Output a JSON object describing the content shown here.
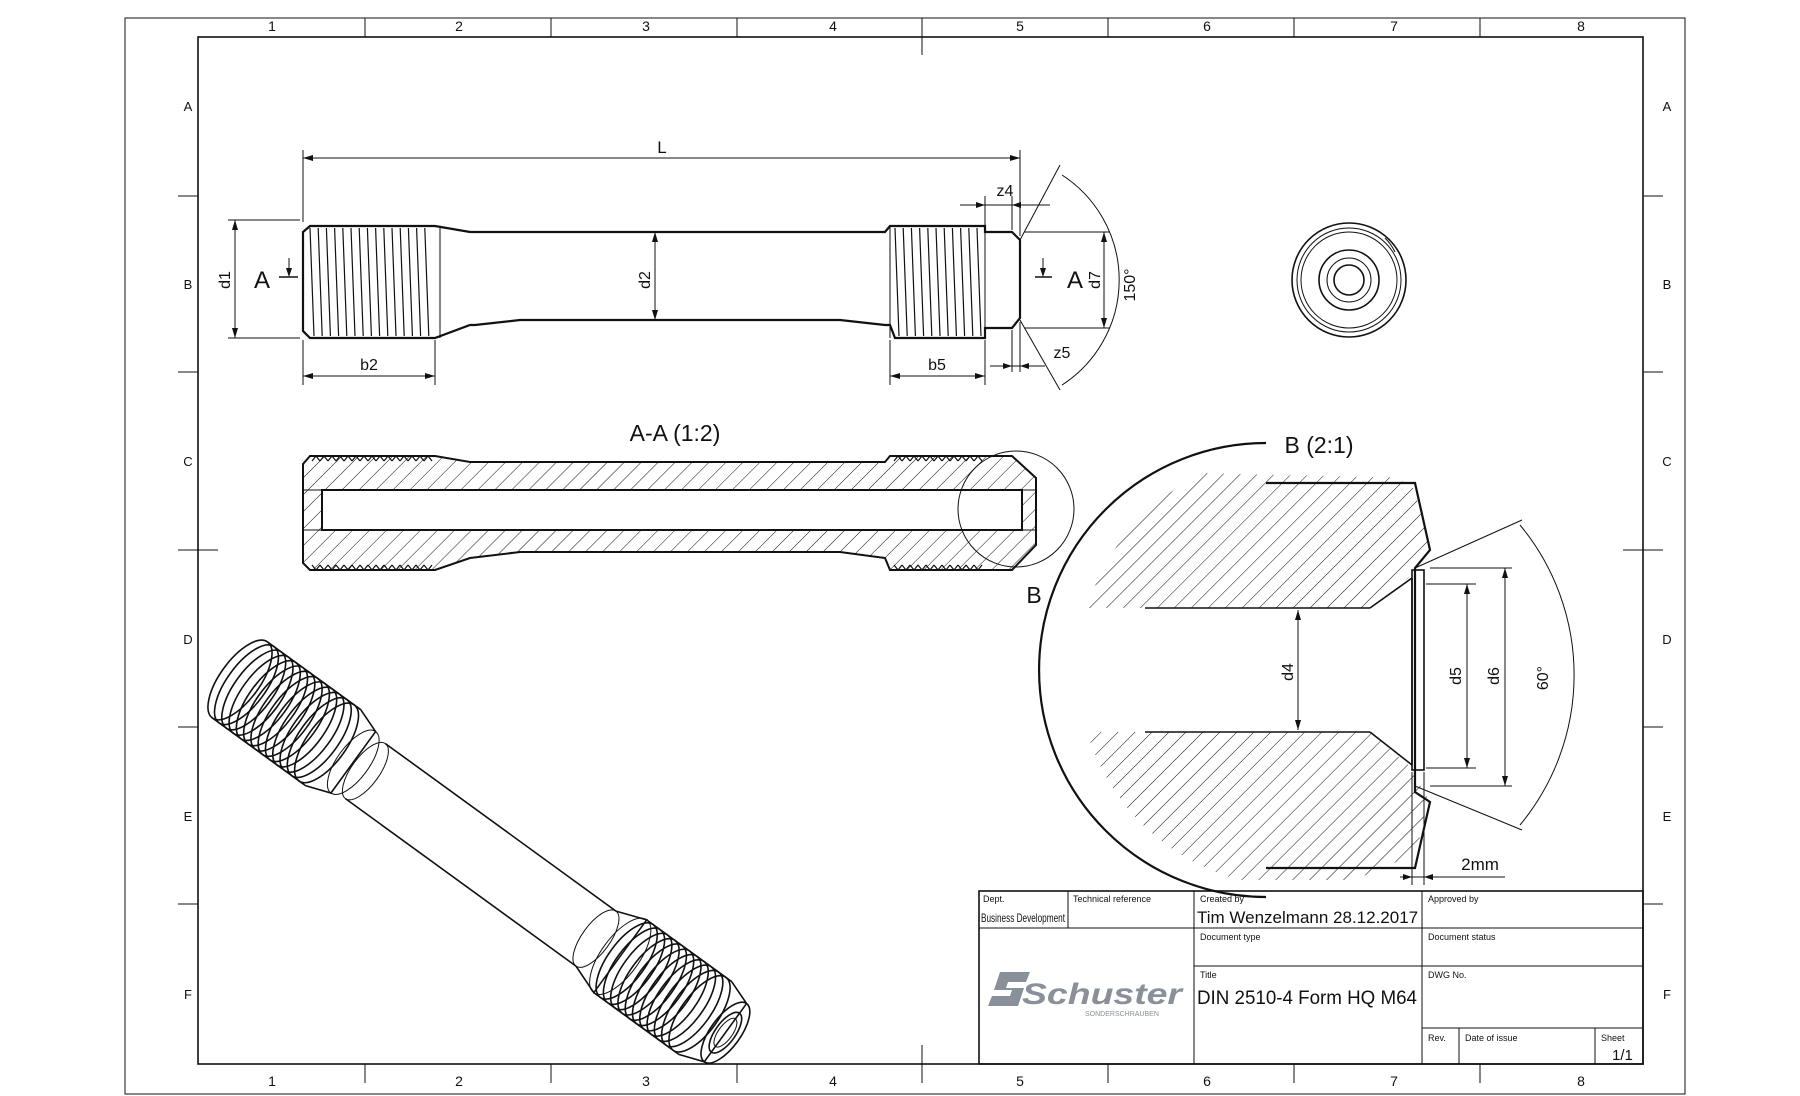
{
  "frame": {
    "columns": [
      "1",
      "2",
      "3",
      "4",
      "5",
      "6",
      "7",
      "8"
    ],
    "rows": [
      "A",
      "B",
      "C",
      "D",
      "E",
      "F"
    ]
  },
  "front_view": {
    "dim_L": "L",
    "dim_b2": "b2",
    "dim_b5": "b5",
    "dim_z4": "z4",
    "dim_z5": "z5",
    "dim_d1": "d1",
    "dim_d2": "d2",
    "dim_d7": "d7",
    "angle": "150°",
    "section_mark_left": "A",
    "section_mark_right": "A"
  },
  "section_view": {
    "title": "A-A (1:2)",
    "detail_mark": "B"
  },
  "detail_view": {
    "title": "B (2:1)",
    "dim_d4": "d4",
    "dim_d5": "d5",
    "dim_d6": "d6",
    "angle": "60°",
    "dim_width": "2mm"
  },
  "title_block": {
    "dept_label": "Dept.",
    "dept_value": "Business Development",
    "tech_ref_label": "Technical reference",
    "created_by_label": "Created by",
    "created_by_value": "Tim Wenzelmann  28.12.2017",
    "approved_by_label": "Approved by",
    "doc_type_label": "Document type",
    "doc_status_label": "Document status",
    "title_label": "Title",
    "title_value": "DIN 2510-4 Form HQ  M64",
    "dwg_no_label": "DWG No.",
    "rev_label": "Rev.",
    "date_issue_label": "Date of issue",
    "sheet_label": "Sheet",
    "sheet_value": "1/1",
    "logo_text": "Schuster",
    "logo_subtext": "SONDERSCHRAUBEN"
  }
}
